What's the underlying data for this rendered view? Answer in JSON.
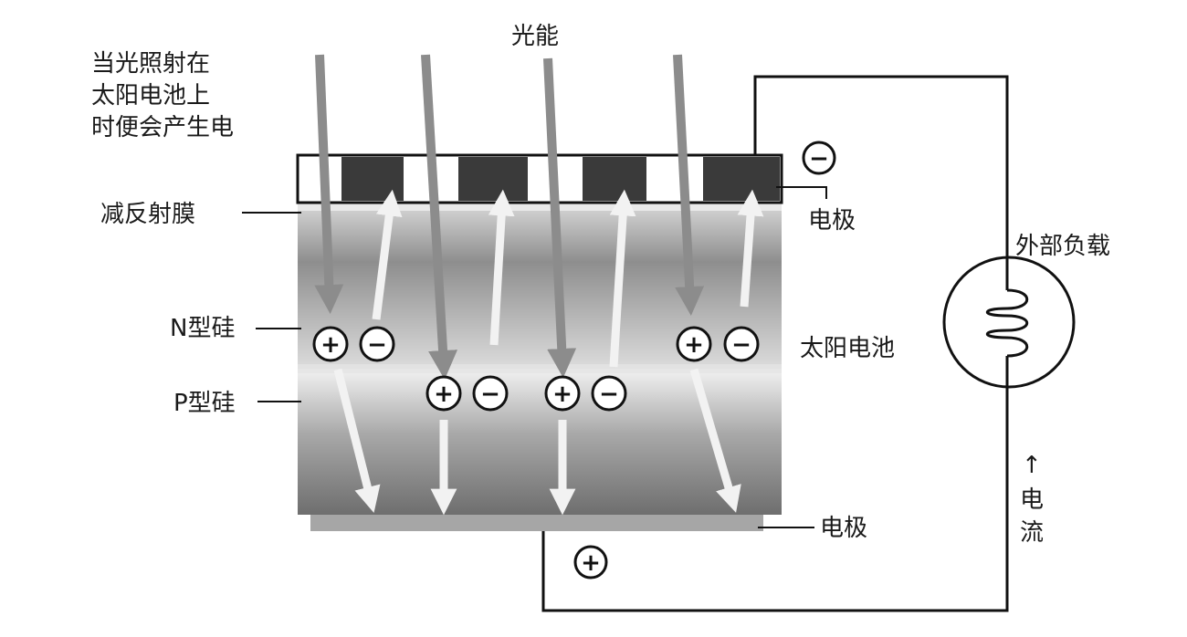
{
  "labels": {
    "light_energy": "光能",
    "intro_line1": "当光照射在",
    "intro_line2": "太阳电池上",
    "intro_line3": "时便会产生电",
    "anti_reflective_film": "减反射膜",
    "top_electrode": "电极",
    "bottom_electrode": "电极",
    "external_load": "外部负载",
    "n_type_silicon": "N型硅",
    "p_type_silicon": "P型硅",
    "solar_cell": "太阳电池",
    "current_char1": "电",
    "current_char2": "流"
  },
  "symbols": {
    "plus": "+",
    "minus": "−",
    "up_arrow": "↑"
  },
  "colors": {
    "line": "#111111",
    "electrode_dark": "#3a3a3a",
    "arrow_dark": "#8c8c8c",
    "arrow_light": "#f0f0f0"
  }
}
